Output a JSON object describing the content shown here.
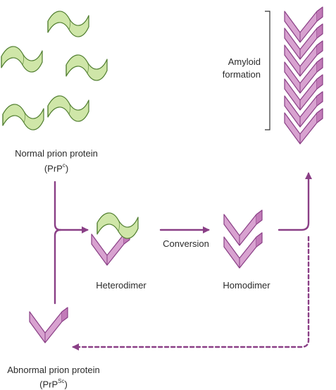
{
  "labels": {
    "normal": "Normal prion protein",
    "normal_abbr_main": "PrP",
    "normal_abbr_sup": "c",
    "abnormal": "Abnormal prion protein",
    "abnormal_abbr_main": "PrP",
    "abnormal_abbr_sup": "Sc",
    "heterodimer": "Heterodimer",
    "homodimer": "Homodimer",
    "conversion": "Conversion",
    "amyloid_line1": "Amyloid",
    "amyloid_line2": "formation"
  },
  "colors": {
    "normal_fill": "#cfe6a8",
    "normal_stroke": "#4f7d2e",
    "abnormal_fill": "#d8a2d0",
    "abnormal_stroke": "#8a3f86",
    "arrow": "#8a3f86",
    "bracket": "#333333"
  },
  "icons": {
    "normal": "green-ribbon-icon",
    "abnormal": "pink-zigzag-icon"
  }
}
